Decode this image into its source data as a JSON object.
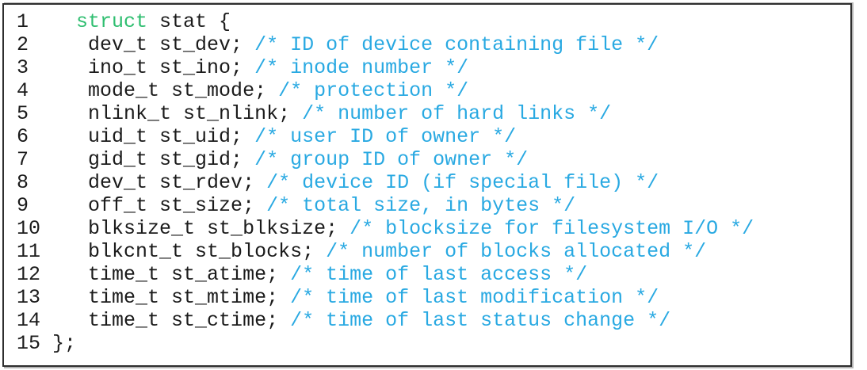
{
  "colors": {
    "background": "#ffffff",
    "text": "#1b1b1b",
    "keyword": "#2fbe70",
    "comment": "#29a9e2",
    "border": "#2e2e2e",
    "shadow": "#b4b4b4"
  },
  "code": {
    "lines": [
      {
        "num": "1",
        "gap": "    ",
        "parts": [
          {
            "type": "keyword",
            "text": "struct"
          },
          {
            "type": "plain",
            "text": " stat {"
          }
        ]
      },
      {
        "num": "2",
        "gap": "     ",
        "parts": [
          {
            "type": "plain",
            "text": "dev_t st_dev; "
          },
          {
            "type": "comment",
            "text": "/* ID of device containing file */"
          }
        ]
      },
      {
        "num": "3",
        "gap": "     ",
        "parts": [
          {
            "type": "plain",
            "text": "ino_t st_ino; "
          },
          {
            "type": "comment",
            "text": "/* inode number */"
          }
        ]
      },
      {
        "num": "4",
        "gap": "     ",
        "parts": [
          {
            "type": "plain",
            "text": "mode_t st_mode; "
          },
          {
            "type": "comment",
            "text": "/* protection */"
          }
        ]
      },
      {
        "num": "5",
        "gap": "     ",
        "parts": [
          {
            "type": "plain",
            "text": "nlink_t st_nlink; "
          },
          {
            "type": "comment",
            "text": "/* number of hard links */"
          }
        ]
      },
      {
        "num": "6",
        "gap": "     ",
        "parts": [
          {
            "type": "plain",
            "text": "uid_t st_uid; "
          },
          {
            "type": "comment",
            "text": "/* user ID of owner */"
          }
        ]
      },
      {
        "num": "7",
        "gap": "     ",
        "parts": [
          {
            "type": "plain",
            "text": "gid_t st_gid; "
          },
          {
            "type": "comment",
            "text": "/* group ID of owner */"
          }
        ]
      },
      {
        "num": "8",
        "gap": "     ",
        "parts": [
          {
            "type": "plain",
            "text": "dev_t st_rdev; "
          },
          {
            "type": "comment",
            "text": "/* device ID (if special file) */"
          }
        ]
      },
      {
        "num": "9",
        "gap": "     ",
        "parts": [
          {
            "type": "plain",
            "text": "off_t st_size; "
          },
          {
            "type": "comment",
            "text": "/* total size, in bytes */"
          }
        ]
      },
      {
        "num": "10",
        "gap": "    ",
        "parts": [
          {
            "type": "plain",
            "text": "blksize_t st_blksize; "
          },
          {
            "type": "comment",
            "text": "/* blocksize for filesystem I/O */"
          }
        ]
      },
      {
        "num": "11",
        "gap": "    ",
        "parts": [
          {
            "type": "plain",
            "text": "blkcnt_t st_blocks; "
          },
          {
            "type": "comment",
            "text": "/* number of blocks allocated */"
          }
        ]
      },
      {
        "num": "12",
        "gap": "    ",
        "parts": [
          {
            "type": "plain",
            "text": "time_t st_atime; "
          },
          {
            "type": "comment",
            "text": "/* time of last access */"
          }
        ]
      },
      {
        "num": "13",
        "gap": "    ",
        "parts": [
          {
            "type": "plain",
            "text": "time_t st_mtime; "
          },
          {
            "type": "comment",
            "text": "/* time of last modification */"
          }
        ]
      },
      {
        "num": "14",
        "gap": "    ",
        "parts": [
          {
            "type": "plain",
            "text": "time_t st_ctime; "
          },
          {
            "type": "comment",
            "text": "/* time of last status change */"
          }
        ]
      },
      {
        "num": "15",
        "gap": " ",
        "parts": [
          {
            "type": "plain",
            "text": "};"
          }
        ]
      }
    ]
  }
}
